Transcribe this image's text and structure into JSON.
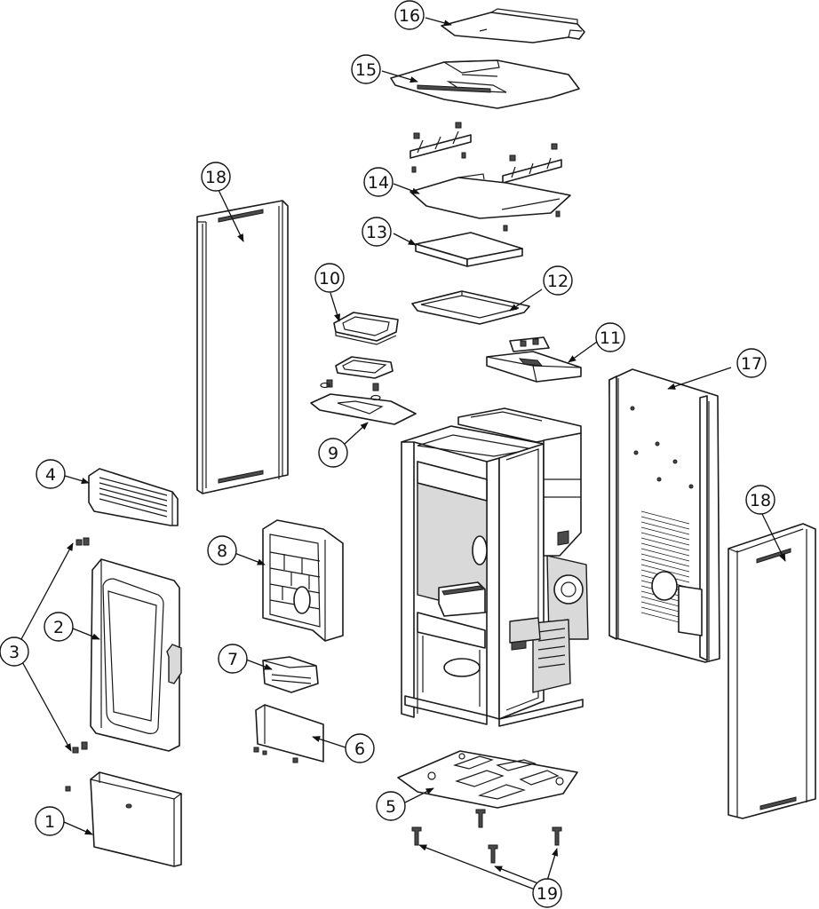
{
  "diagram": {
    "type": "exploded-parts-view",
    "parts": [
      {
        "key": "p1",
        "number": "1"
      },
      {
        "key": "p2",
        "number": "2"
      },
      {
        "key": "p3",
        "number": "3"
      },
      {
        "key": "p4",
        "number": "4"
      },
      {
        "key": "p5",
        "number": "5"
      },
      {
        "key": "p6",
        "number": "6"
      },
      {
        "key": "p7",
        "number": "7"
      },
      {
        "key": "p8",
        "number": "8"
      },
      {
        "key": "p9",
        "number": "9"
      },
      {
        "key": "p10",
        "number": "10"
      },
      {
        "key": "p11",
        "number": "11"
      },
      {
        "key": "p12",
        "number": "12"
      },
      {
        "key": "p13",
        "number": "13"
      },
      {
        "key": "p14",
        "number": "14"
      },
      {
        "key": "p15",
        "number": "15"
      },
      {
        "key": "p16",
        "number": "16"
      },
      {
        "key": "p17",
        "number": "17"
      },
      {
        "key": "p18a",
        "number": "18"
      },
      {
        "key": "p18b",
        "number": "18"
      },
      {
        "key": "p19",
        "number": "19"
      }
    ]
  }
}
